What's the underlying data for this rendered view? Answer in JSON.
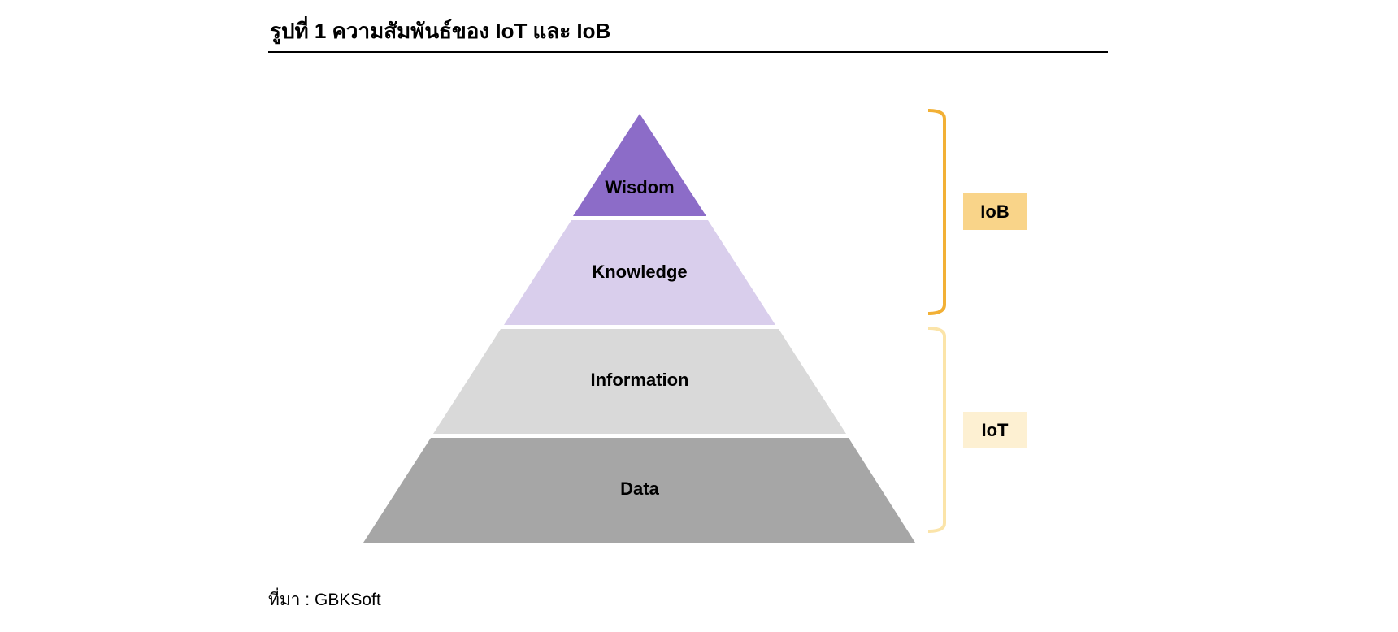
{
  "title": "รูปที่ 1 ความสัมพันธ์ของ IoT และ IoB",
  "pyramid": {
    "levels": [
      {
        "label": "Wisdom",
        "color": "#8c6cc8"
      },
      {
        "label": "Knowledge",
        "color": "#d9ceec"
      },
      {
        "label": "Information",
        "color": "#d9d9d9"
      },
      {
        "label": "Data",
        "color": "#a6a6a6"
      }
    ]
  },
  "groups": {
    "iob": {
      "label": "IoB",
      "bracket_color": "#f2b035",
      "box_color": "#f9d489"
    },
    "iot": {
      "label": "IoT",
      "bracket_color": "#fbe4a9",
      "box_color": "#fdf0d2"
    }
  },
  "source": "ที่มา : GBKSoft"
}
